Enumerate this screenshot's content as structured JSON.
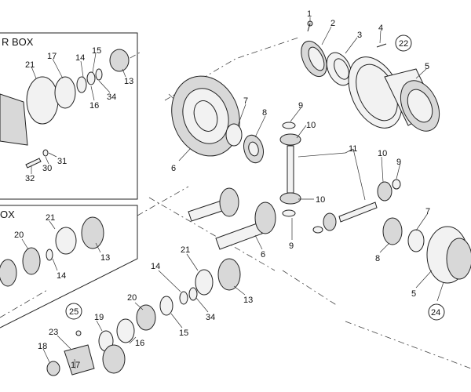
{
  "frames": {
    "rear_box_label": "R BOX",
    "front_box_label": "OX"
  },
  "callouts": {
    "c1": "1",
    "c2": "2",
    "c3": "3",
    "c4": "4",
    "c22": "22",
    "c5_top": "5",
    "c7_top": "7",
    "c9_top": "9",
    "c8_top": "8",
    "c10_top": "10",
    "c6_top": "6",
    "c11": "11",
    "c10_right": "10",
    "c9_right": "9",
    "c10_mid": "10",
    "c9_mid": "9",
    "c7_right": "7",
    "c8_right": "8",
    "c5_right": "5",
    "c24": "24",
    "c6_mid": "6",
    "c21_box": "21",
    "c17_box": "17",
    "c14_box": "14",
    "c15_box": "15",
    "c13_box": "13",
    "c16_box": "16",
    "c34_box": "34",
    "c30": "30",
    "c31": "31",
    "c32": "32",
    "c21_box2": "21",
    "c20_box2": "20",
    "c13_box2": "13",
    "c14_box2": "14",
    "c21_low": "21",
    "c14_low": "14",
    "c20_low": "20",
    "c13_low": "13",
    "c34_low": "34",
    "c15_low": "15",
    "c25": "25",
    "c19": "19",
    "c16_low": "16",
    "c23": "23",
    "c18": "18",
    "c17_low": "17"
  }
}
